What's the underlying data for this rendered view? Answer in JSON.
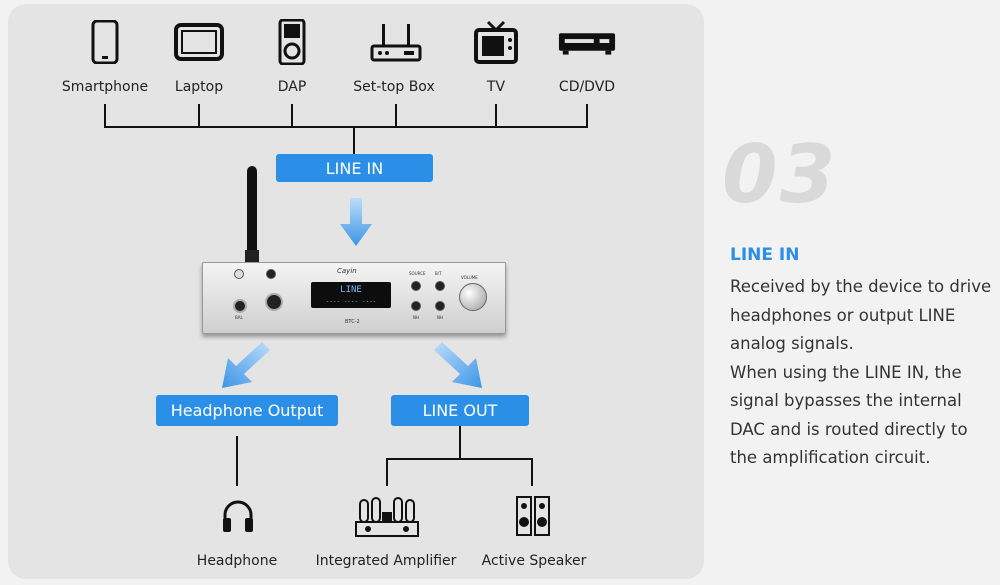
{
  "sources": [
    {
      "label": "Smartphone",
      "icon": "smartphone-icon"
    },
    {
      "label": "Laptop",
      "icon": "tablet-icon"
    },
    {
      "label": "DAP",
      "icon": "dap-icon"
    },
    {
      "label": "Set-top Box",
      "icon": "router-icon"
    },
    {
      "label": "TV",
      "icon": "tv-icon"
    },
    {
      "label": "CD/DVD",
      "icon": "cd-player-icon"
    }
  ],
  "line_in_badge": "LINE IN",
  "device": {
    "brand": "Cayin",
    "model": "BTC-2",
    "display_text": "LINE",
    "display_dashes": "---- ---- ----",
    "labels": {
      "source": "SOURCE",
      "bt": "B/T",
      "volume": "VOLUME",
      "bal": "BAL",
      "mode1": "NH",
      "mode2": "NH"
    }
  },
  "outputs": {
    "headphone_badge": "Headphone Output",
    "lineout_badge": "LINE OUT"
  },
  "destinations": [
    {
      "label": "Headphone",
      "icon": "headphone-icon"
    },
    {
      "label": "Integrated Amplifier",
      "icon": "amplifier-icon"
    },
    {
      "label": "Active Speaker",
      "icon": "speaker-icon"
    }
  ],
  "side": {
    "number": "03",
    "title": "LINE IN",
    "description_lines": [
      "Received by the device to drive headphones or output LINE analog signals.",
      "When using the LINE IN, the signal bypasses the internal DAC and is routed directly to the amplification circuit."
    ]
  },
  "colors": {
    "accent": "#2b8fe8",
    "panel": "#e4e4e4",
    "number": "#d9d9d9"
  }
}
